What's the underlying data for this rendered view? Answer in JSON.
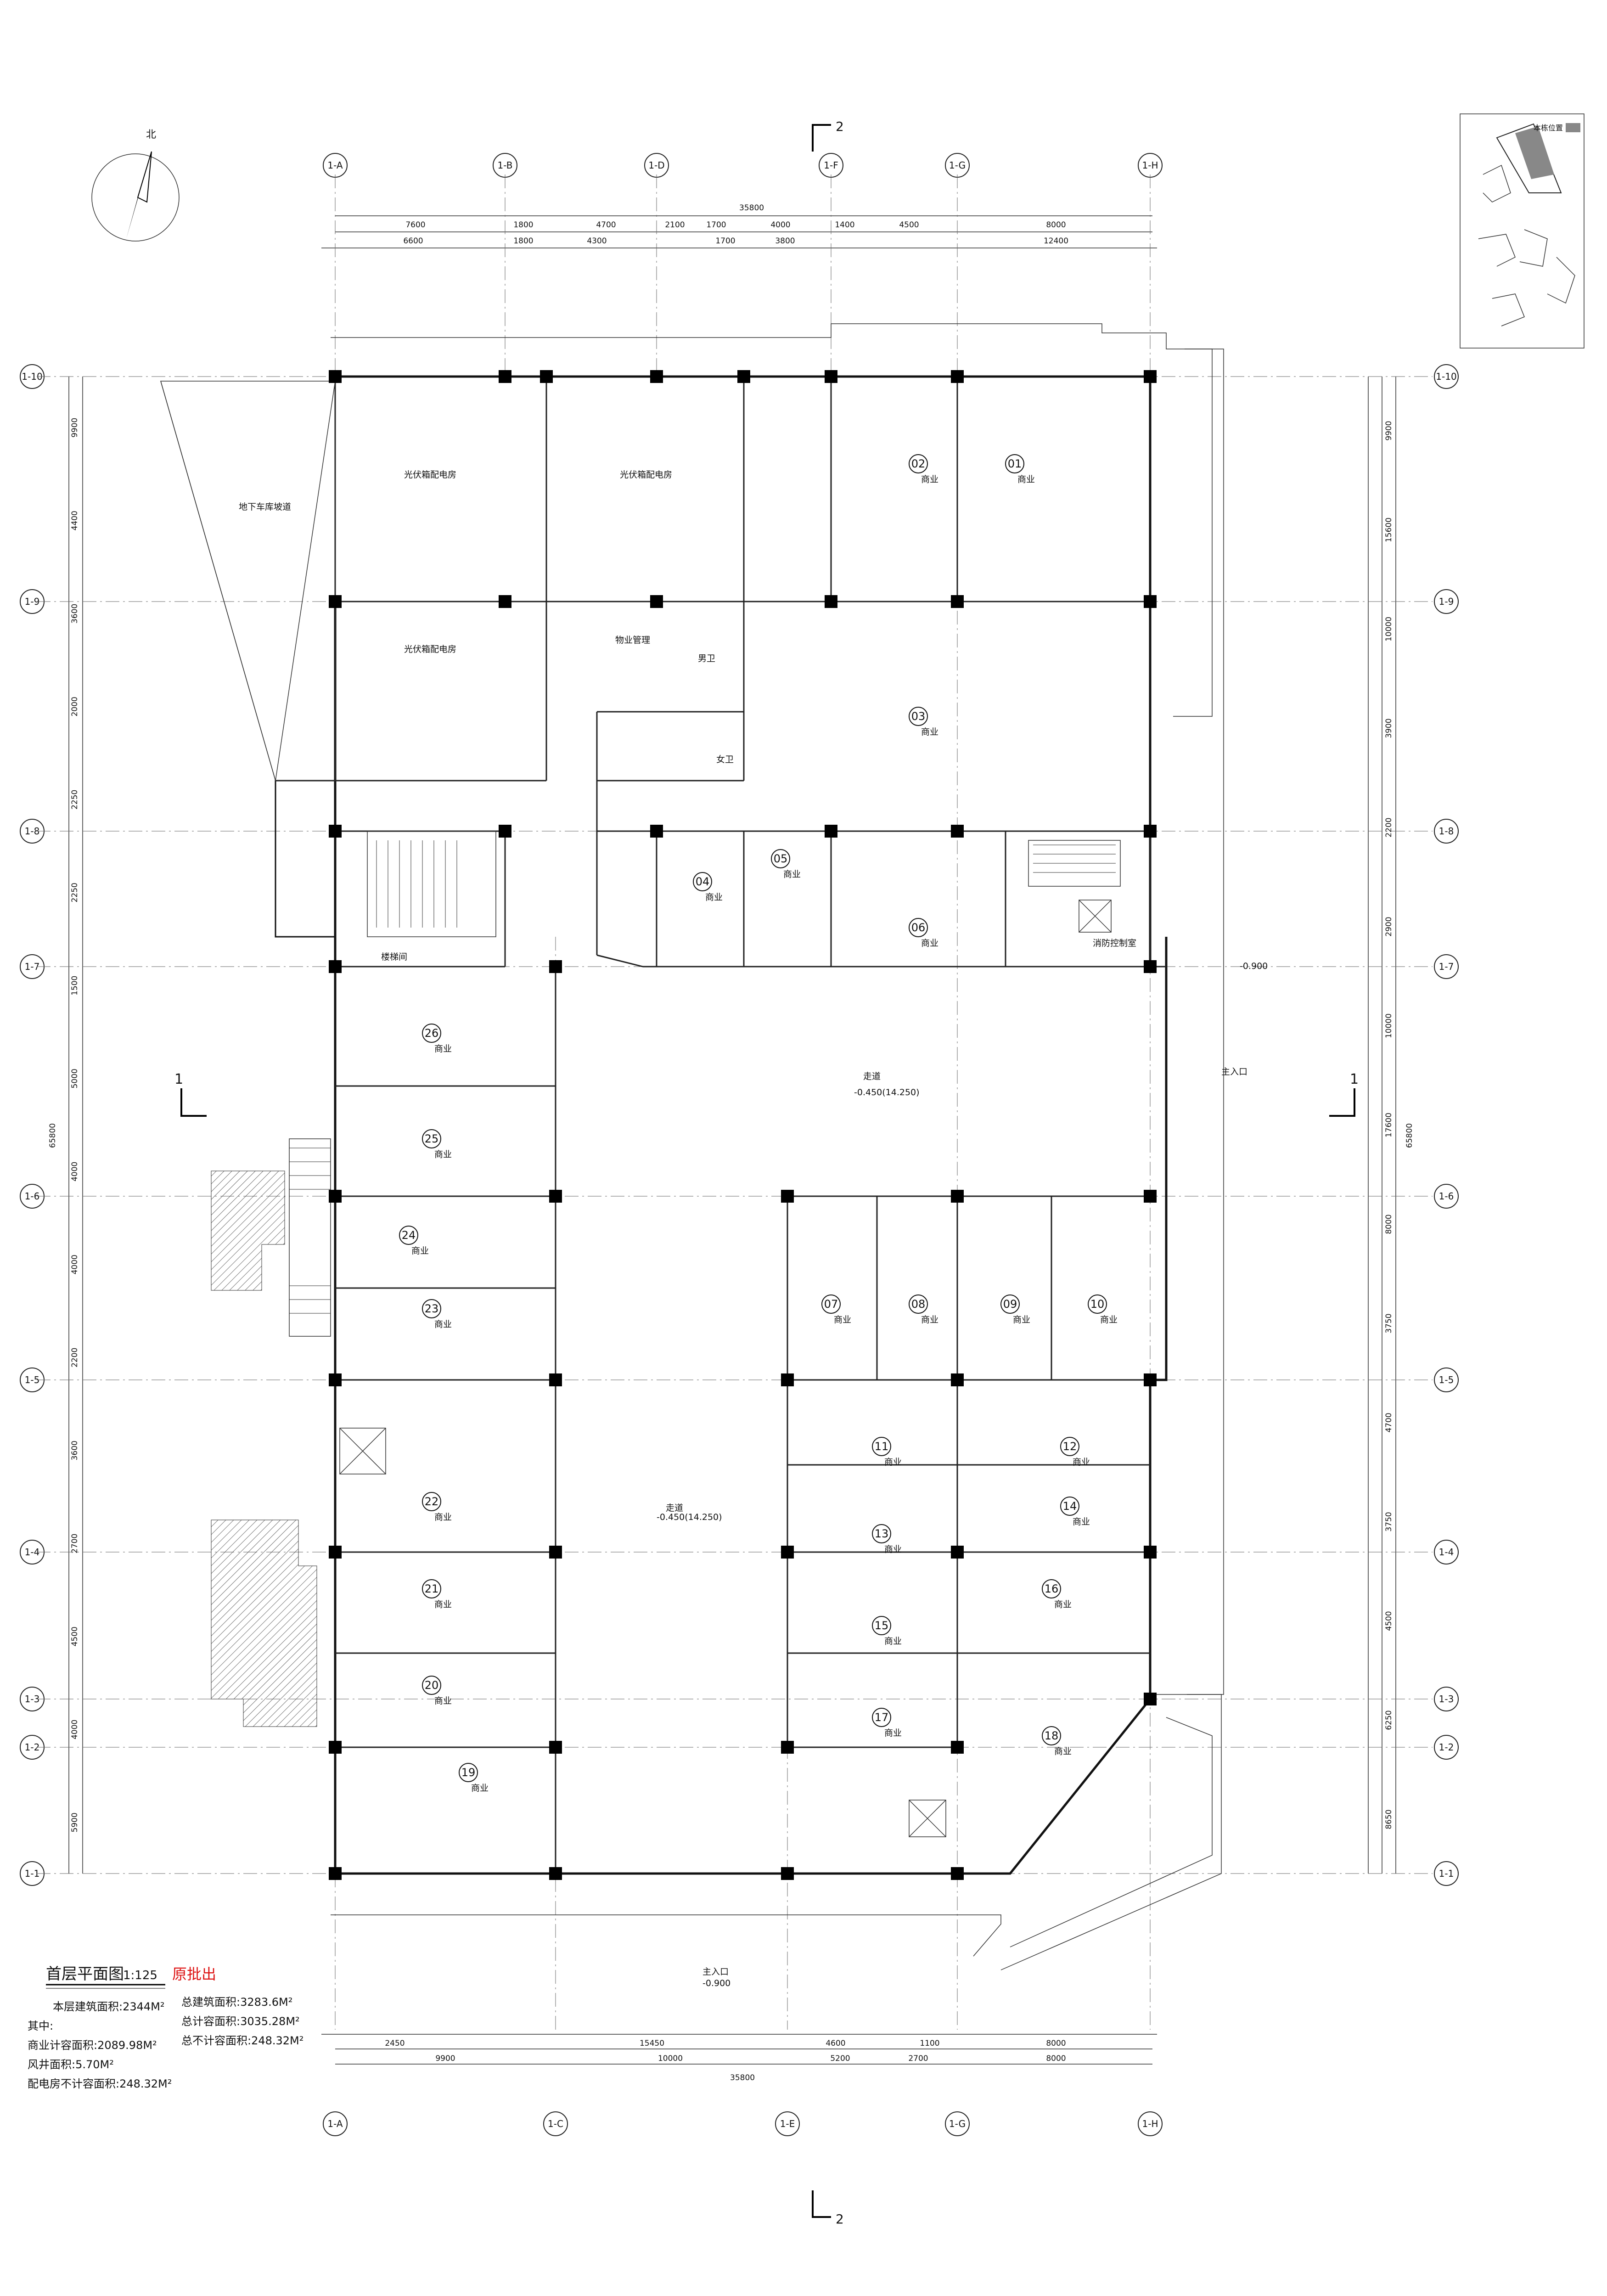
{
  "north": {
    "label": "北"
  },
  "axes_top": [
    "1-A",
    "1-B",
    "1-D",
    "1-F",
    "1-G",
    "1-H"
  ],
  "axes_bottom": [
    "1-A",
    "1-C",
    "1-E",
    "1-G",
    "1-H"
  ],
  "axes_left": [
    "1-10",
    "1-9",
    "1-8",
    "1-7",
    "1-6",
    "1-5",
    "1-4",
    "1-3",
    "1-2",
    "1-1"
  ],
  "dims_top_row1": [
    "7600",
    "1800",
    "4700",
    "2100",
    "1700",
    "4000",
    "1400",
    "4500",
    "8000"
  ],
  "dims_top_row2": [
    "6600",
    "1800",
    "4300",
    "1700",
    "3800",
    "12400"
  ],
  "dims_top_total": "35800",
  "dims_bottom_row1": [
    "2450",
    "15450",
    "4600",
    "1100",
    "8000"
  ],
  "dims_bottom_row2": [
    "9900",
    "10000",
    "5200",
    "2700",
    "8000"
  ],
  "dims_bottom_total": "35800",
  "dims_left": [
    "9900",
    "4400",
    "3600",
    "2000",
    "2250",
    "2250",
    "1500",
    "5000",
    "4000",
    "4000",
    "2200",
    "3600",
    "2700",
    "4500",
    "4000",
    "5900"
  ],
  "dims_right": [
    "9900",
    "15600",
    "10000",
    "3900",
    "2200",
    "2900",
    "10000",
    "17600",
    "8000",
    "3750",
    "4700",
    "3750",
    "4500",
    "6250",
    "8650"
  ],
  "dims_left_total": "65800",
  "dims_right_total": "65800",
  "section_top": "2",
  "section_bottom": "2",
  "section_side": "1",
  "keyplan_label": "本栋位置",
  "rooms_top": {
    "elec_room_1": "光伏箱配电房",
    "elec_room_2": "光伏箱配电房",
    "elec_room_3": "光伏箱配电房",
    "ramp": "地下车库坡道",
    "toilet_m": "男卫",
    "toilet_f": "女卫",
    "mgmt": "物业管理",
    "stair": "楼梯间",
    "fire_room": "消防控制室"
  },
  "shops": [
    {
      "no": "01",
      "name": "商业"
    },
    {
      "no": "02",
      "name": "商业"
    },
    {
      "no": "03",
      "name": "商业"
    },
    {
      "no": "04",
      "name": "商业"
    },
    {
      "no": "05",
      "name": "商业"
    },
    {
      "no": "06",
      "name": "商业"
    },
    {
      "no": "07",
      "name": "商业"
    },
    {
      "no": "08",
      "name": "商业"
    },
    {
      "no": "09",
      "name": "商业"
    },
    {
      "no": "10",
      "name": "商业"
    },
    {
      "no": "11",
      "name": "商业"
    },
    {
      "no": "12",
      "name": "商业"
    },
    {
      "no": "13",
      "name": "商业"
    },
    {
      "no": "14",
      "name": "商业"
    },
    {
      "no": "15",
      "name": "商业"
    },
    {
      "no": "16",
      "name": "商业"
    },
    {
      "no": "17",
      "name": "商业"
    },
    {
      "no": "18",
      "name": "商业"
    },
    {
      "no": "19",
      "name": "商业"
    },
    {
      "no": "20",
      "name": "商业"
    },
    {
      "no": "21",
      "name": "商业"
    },
    {
      "no": "22",
      "name": "商业"
    },
    {
      "no": "23",
      "name": "商业"
    },
    {
      "no": "24",
      "name": "商业"
    },
    {
      "no": "25",
      "name": "商业"
    },
    {
      "no": "26",
      "name": "商业"
    }
  ],
  "corridor": "走道",
  "elevation": "-0.450(14.250)",
  "entrance": "主入口",
  "entrance_level": "-0.900",
  "legend": {
    "title": "首层平面图",
    "scale": "1:125",
    "stamp": "原批出",
    "floor_area": "本层建筑面积:2344M²",
    "of_which": "其中:",
    "commercial": "商业计容面积:2089.98M²",
    "shaft": "风井面积:5.70M²",
    "elec_noncount": "配电房不计容面积:248.32M²",
    "total_area": "总建筑面积:3283.6M²",
    "total_count": "总计容面积:3035.28M²",
    "total_noncount": "总不计容面积:248.32M²"
  }
}
